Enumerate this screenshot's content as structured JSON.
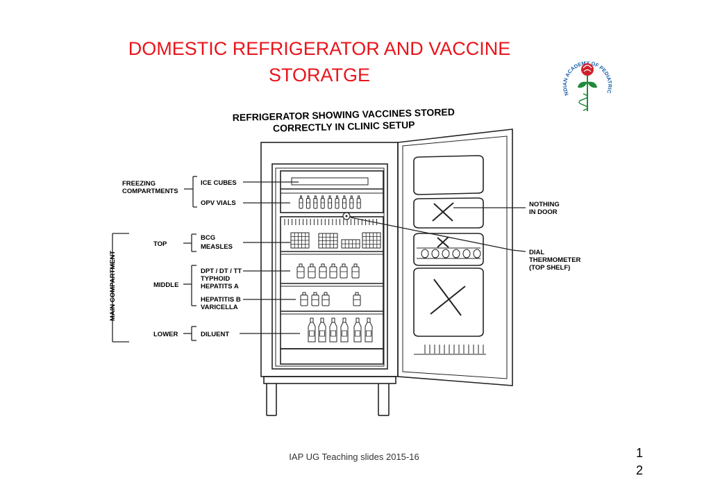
{
  "slide": {
    "title_line1": "DOMESTIC REFRIGERATOR AND VACCINE",
    "title_line2": "STORATGE",
    "footer": "IAP UG Teaching slides 2015-16",
    "page_number_line1": "1",
    "page_number_line2": "2"
  },
  "logo": {
    "text": "INDIAN ACADEMY OF PEDIATRICS",
    "color_text": "#1a5fa8",
    "color_rose": "#d0202b",
    "color_leaf": "#1f8a3a"
  },
  "diagram": {
    "heading_line1": "REFRIGERATOR SHOWING VACCINES STORED",
    "heading_line2": "CORRECTLY IN CLINIC SETUP",
    "freezing_compartments_line1": "FREEZING",
    "freezing_compartments_line2": "COMPARTMENTS",
    "ice_cubes": "ICE CUBES",
    "opv_vials": "OPV VIALS",
    "main_compartment": "MAIN COMPARTMENT",
    "top": "TOP",
    "bcg": "BCG",
    "measles": "MEASLES",
    "middle": "MIDDLE",
    "dpt": "DPT / DT / TT",
    "typhoid": "TYPHOID",
    "hepatitis_a": "HEPATITS A",
    "hepatitis_b": "HEPATITIS B",
    "varicella": "VARICELLA",
    "lower": "LOWER",
    "diluent": "DILUENT",
    "nothing_line1": "NOTHING",
    "nothing_line2": "IN DOOR",
    "dial_line1": "DIAL",
    "dial_line2": "THERMOMETER",
    "dial_line3": "(TOP SHELF)"
  }
}
